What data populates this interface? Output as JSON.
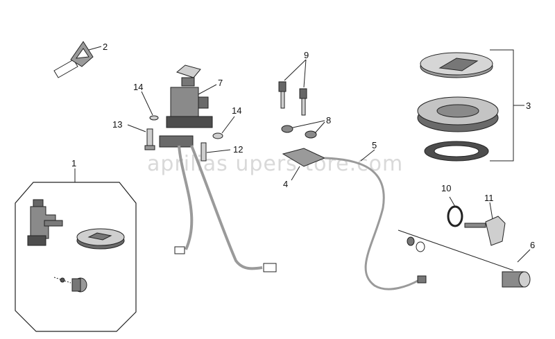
{
  "watermark": "aprilias upers tore.com",
  "callouts": {
    "c1": "1",
    "c2": "2",
    "c3": "3",
    "c4": "4",
    "c5": "5",
    "c6": "6",
    "c7": "7",
    "c8": "8",
    "c9": "9",
    "c10": "10",
    "c11": "11",
    "c12": "12",
    "c13": "13",
    "c14a": "14",
    "c14b": "14"
  },
  "colors": {
    "part_fill": "#8a8a8a",
    "part_dark": "#4d4d4d",
    "outline": "#222222",
    "cable": "#9a9a9a"
  }
}
